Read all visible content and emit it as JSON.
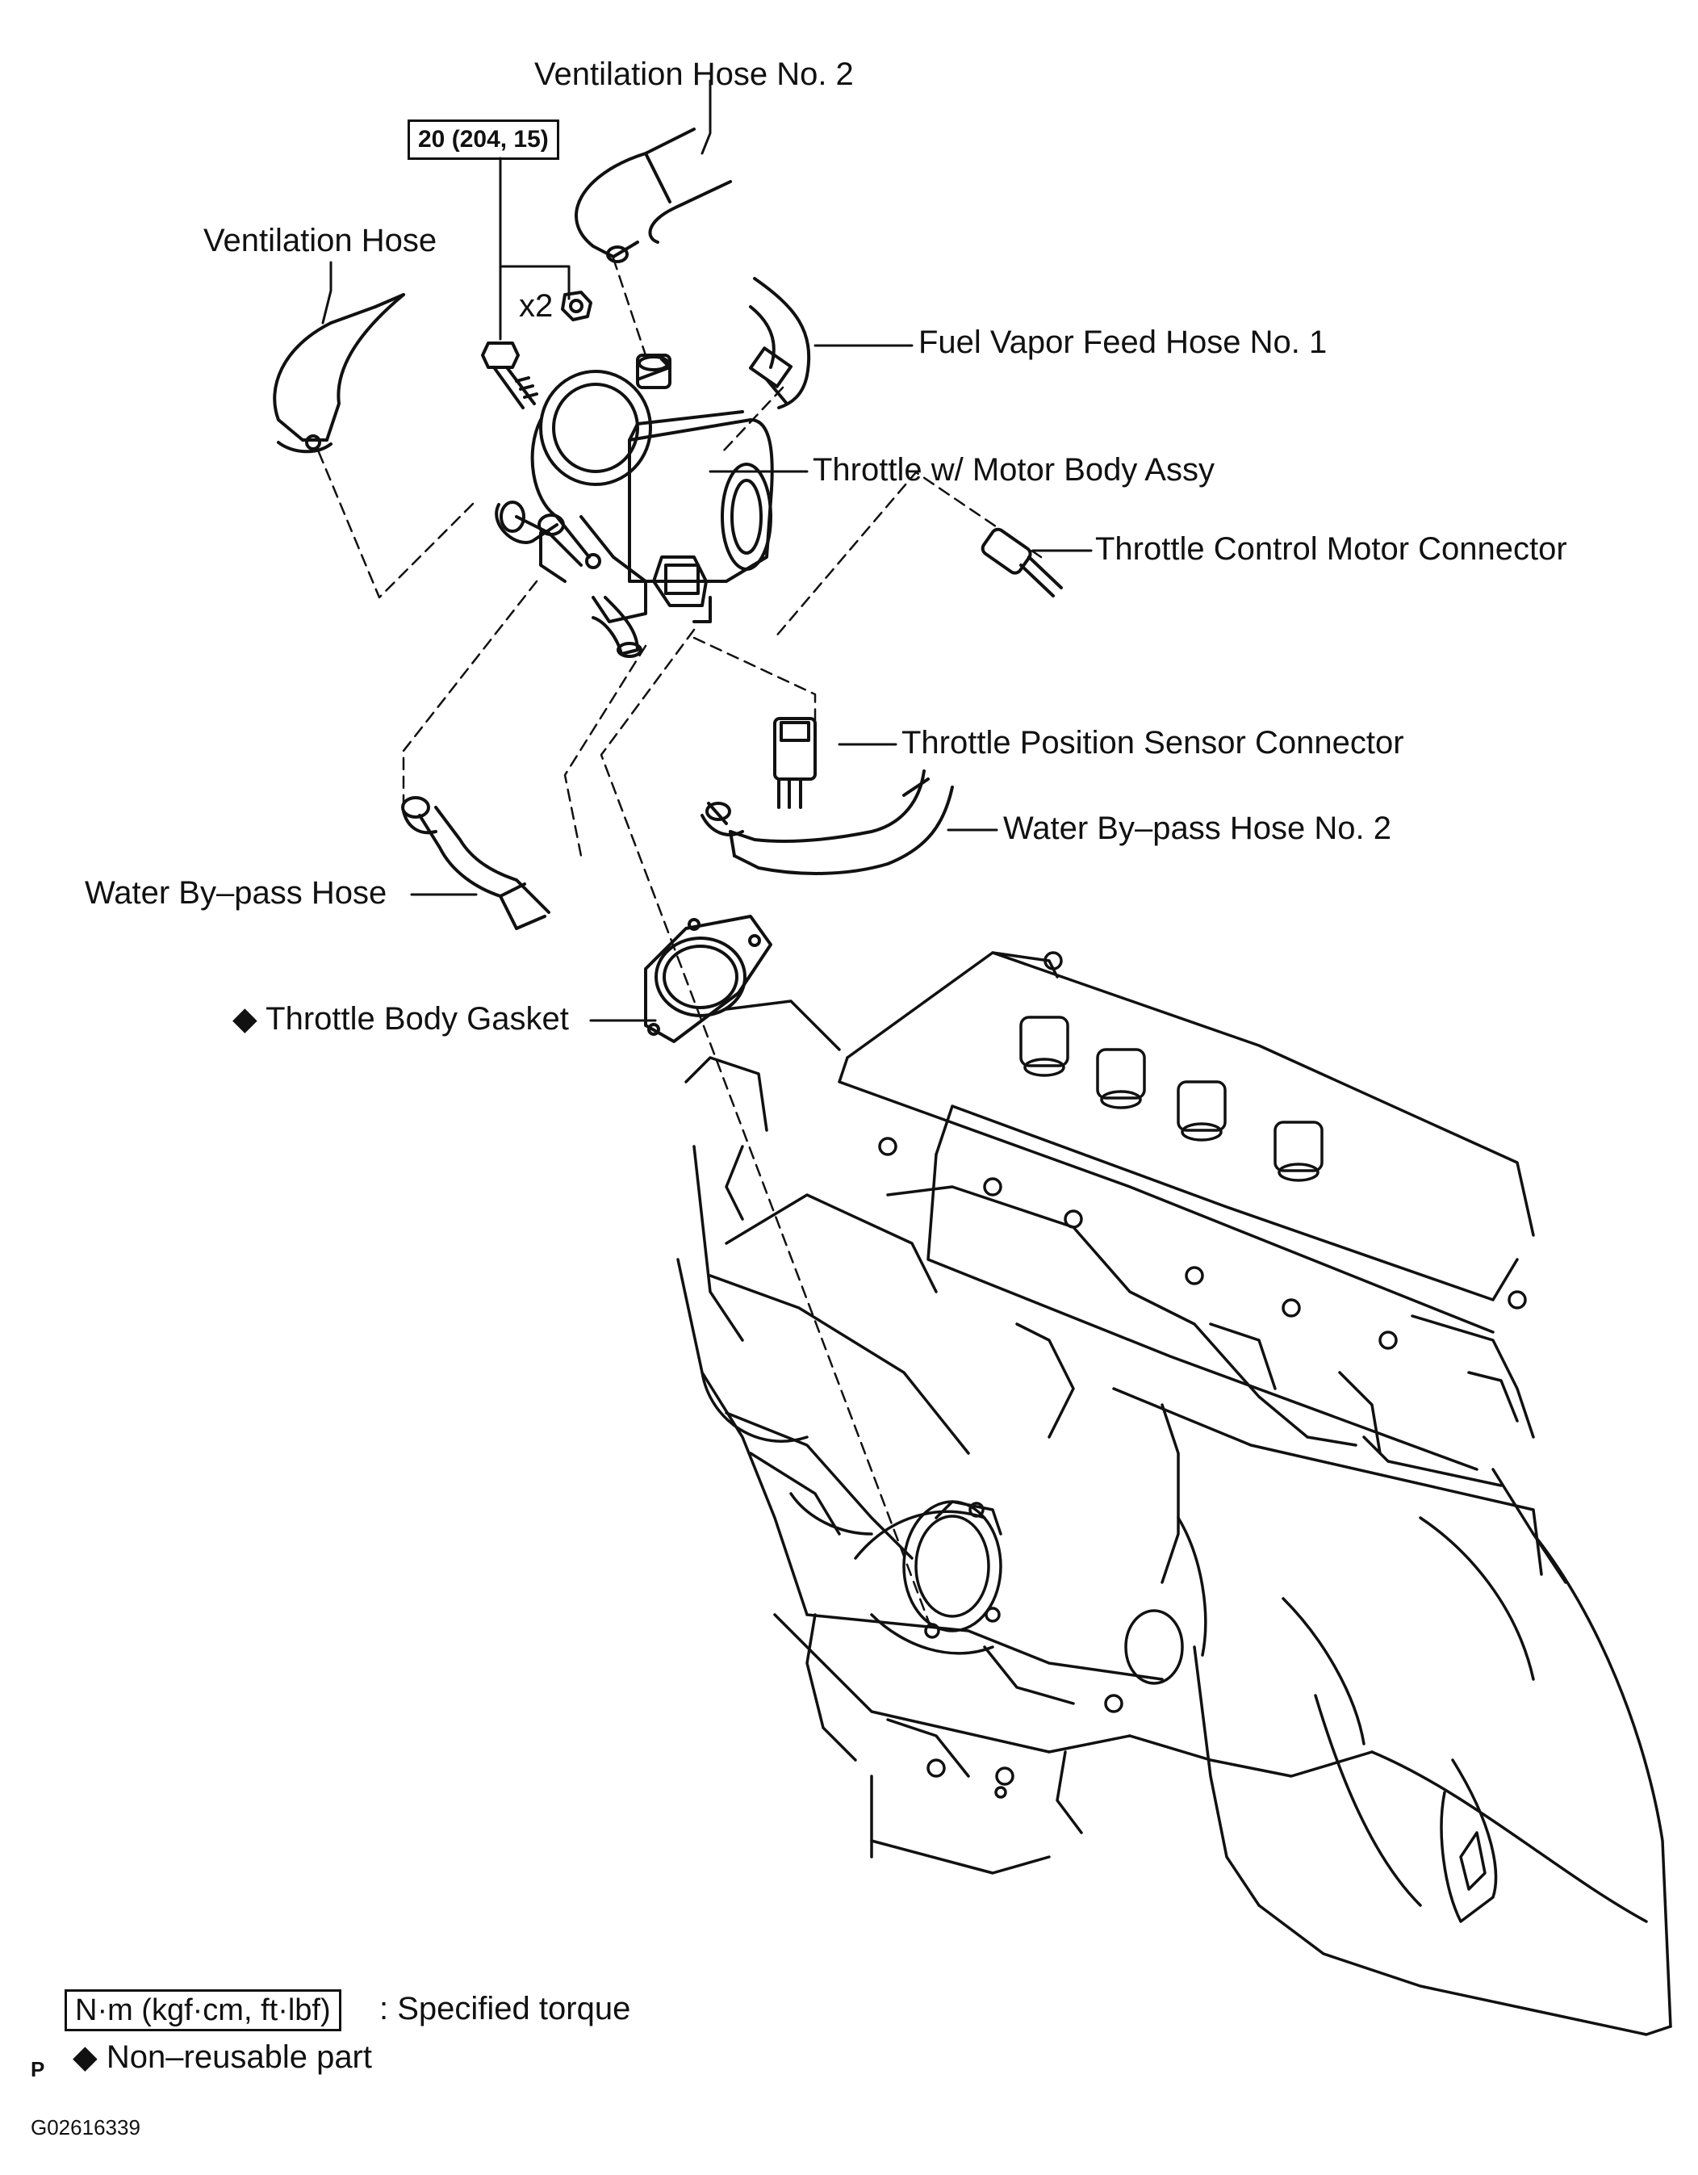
{
  "labels": {
    "ventilation_hose_no2": "Ventilation Hose No. 2",
    "ventilation_hose": "Ventilation Hose",
    "torque_spec": "20 (204, 15)",
    "quantity": "x2",
    "fuel_vapor_feed_hose": "Fuel Vapor Feed Hose No. 1",
    "throttle_body_assy": "Throttle w/ Motor Body Assy",
    "throttle_control_motor_connector": "Throttle Control Motor Connector",
    "throttle_position_sensor_connector": "Throttle Position Sensor Connector",
    "water_bypass_hose_no2": "Water By–pass Hose No. 2",
    "water_bypass_hose": "Water By–pass Hose",
    "throttle_body_gasket": "Throttle Body Gasket"
  },
  "symbols": {
    "non_reusable": "◆"
  },
  "legend": {
    "torque_units": "N·m (kgf·cm, ft·lbf)",
    "torque_desc": ": Specified torque",
    "nonreusable_desc": "Non–reusable part"
  },
  "footer": {
    "page_letter": "P",
    "figure_id": "G02616339"
  }
}
